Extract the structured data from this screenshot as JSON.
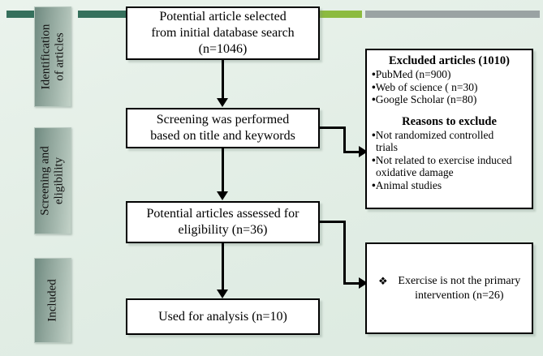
{
  "banner": {
    "segments": [
      {
        "name": "banner-dark-left",
        "color": "#35705c"
      },
      {
        "name": "banner-dark-mid",
        "color": "#35705c"
      },
      {
        "name": "banner-light-green",
        "color": "#8cbb3f"
      },
      {
        "name": "banner-gray",
        "color": "#9aa3a3"
      }
    ]
  },
  "sidebar": {
    "stages": [
      {
        "id": "identification",
        "line1": "Identification",
        "line2": "of articles"
      },
      {
        "id": "screening",
        "line1": "Screening and",
        "line2": "eligibility"
      },
      {
        "id": "included",
        "line1": "Included",
        "line2": ""
      }
    ]
  },
  "flow": {
    "boxes": [
      {
        "id": "initial-search",
        "line1": "Potential article selected",
        "line2": "from initial database search",
        "line3": "(n=1046)"
      },
      {
        "id": "screening",
        "line1": "Screening was performed",
        "line2": "based on title and keywords",
        "line3": ""
      },
      {
        "id": "eligibility",
        "line1": "Potential articles assessed for",
        "line2": "eligibility (n=36)",
        "line3": ""
      },
      {
        "id": "analysis",
        "line1": "Used for analysis (n=10)",
        "line2": "",
        "line3": ""
      }
    ]
  },
  "excluded_box": {
    "title": "Excluded articles (1010)",
    "sources": [
      "PubMed (n=900)",
      "Web of science ( n=30)",
      "Google Scholar (n=80)"
    ],
    "reasons_title": "Reasons to exclude",
    "reasons": [
      {
        "first": "Not randomized controlled",
        "cont": "trials"
      },
      {
        "first": "Not related to exercise induced",
        "cont": "oxidative damage"
      },
      {
        "first": "Animal studies",
        "cont": ""
      }
    ],
    "bullet": "•"
  },
  "intervention_box": {
    "bullet": "❖",
    "line1": "Exercise is not the primary",
    "line2": "intervention (n=26)"
  },
  "colors": {
    "background": "#e3eee6",
    "banner_dark_green": "#35705c",
    "banner_light_green": "#8cbb3f",
    "banner_gray": "#9aa3a3",
    "box_border": "#000000",
    "box_fill": "#ffffff"
  }
}
